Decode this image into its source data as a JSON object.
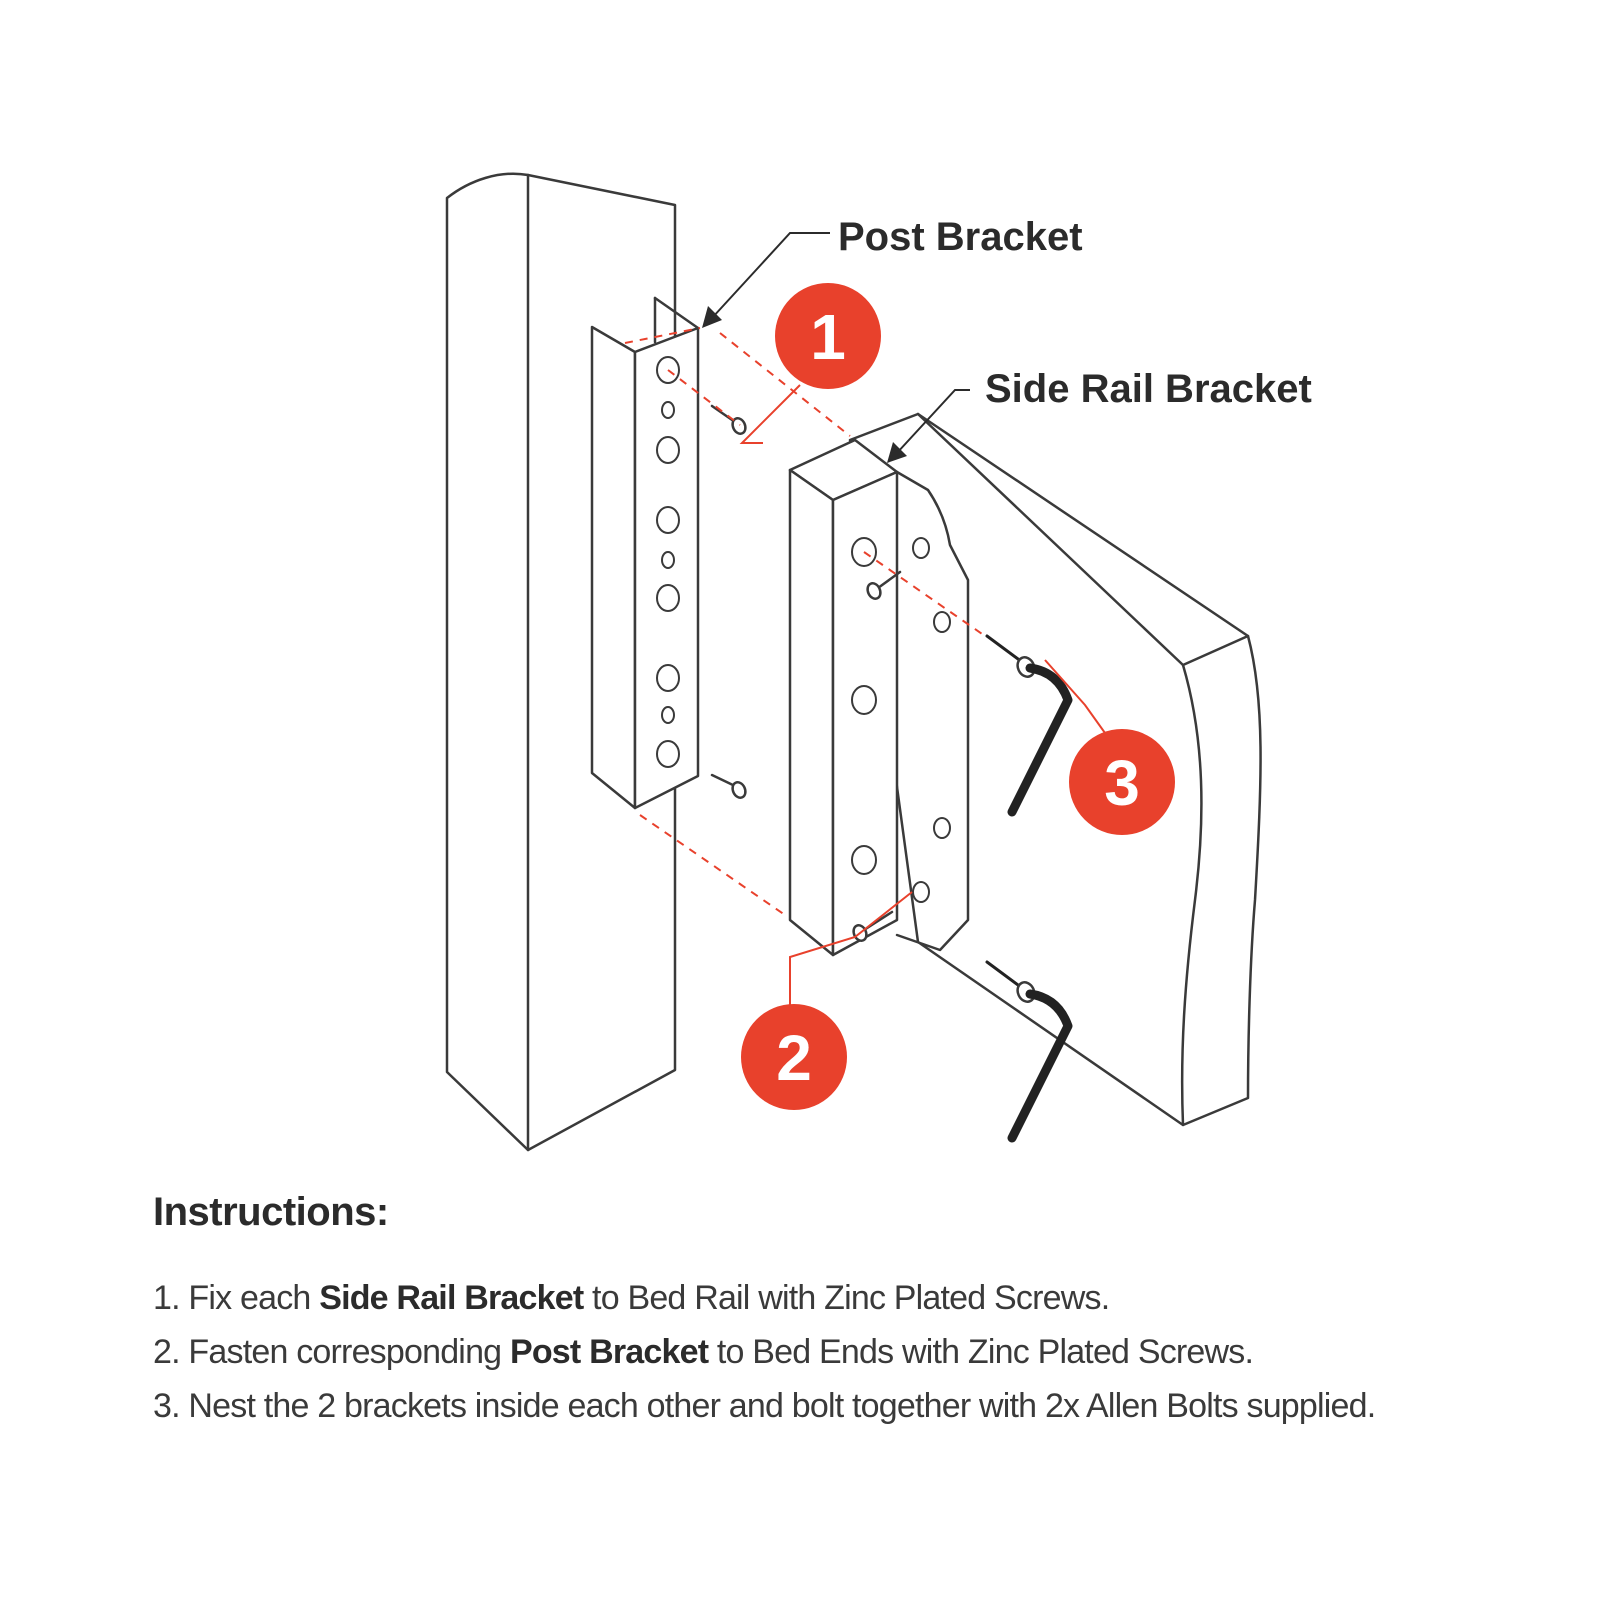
{
  "labels": {
    "post_bracket": "Post Bracket",
    "side_rail_bracket": "Side Rail Bracket"
  },
  "badges": [
    "1",
    "2",
    "3"
  ],
  "colors": {
    "accent": "#e8412c",
    "line": "#3a3a3a",
    "dashed_guide": "#e8412c"
  },
  "instructions": {
    "title": "Instructions:",
    "steps": [
      {
        "num": "1.",
        "pre": "Fix each",
        "bold": "Side Rail Bracket",
        "post": "to Bed Rail with Zinc Plated Screws."
      },
      {
        "num": "2.",
        "pre": "Fasten corresponding",
        "bold": "Post Bracket",
        "post": "to Bed Ends with Zinc Plated Screws."
      },
      {
        "num": "3.",
        "pre": "Nest the 2 brackets inside each other and bolt together with 2x Allen Bolts supplied.",
        "bold": "",
        "post": ""
      }
    ]
  }
}
